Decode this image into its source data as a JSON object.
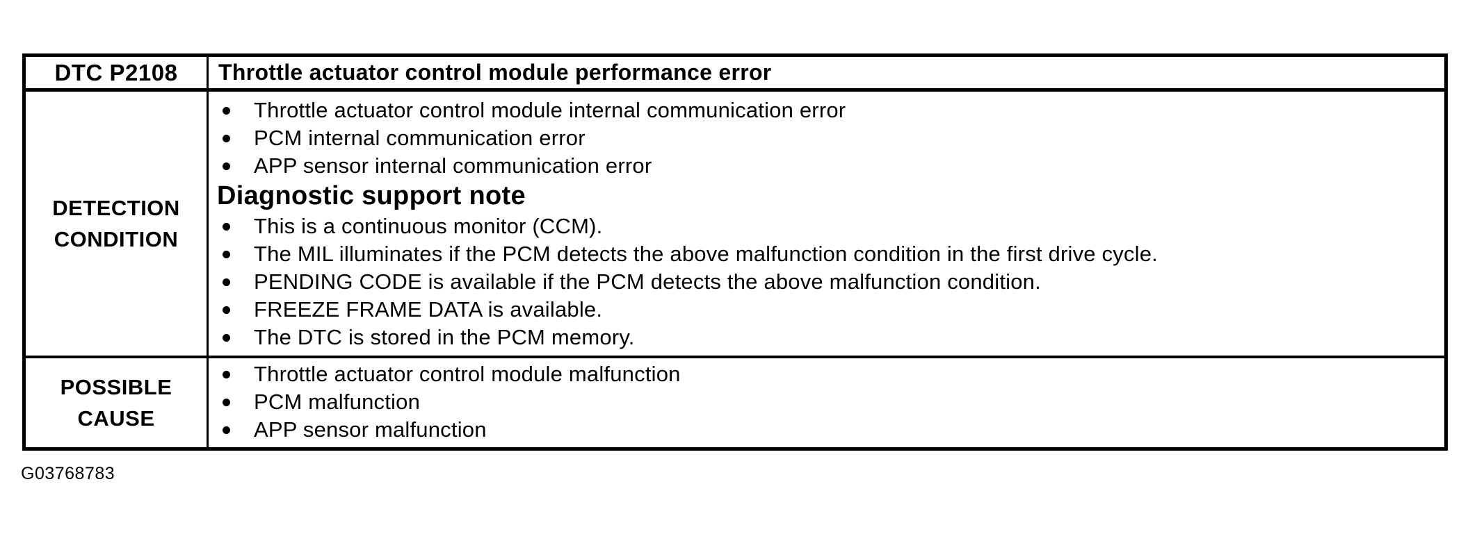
{
  "page": {
    "figure_id": "G03768783"
  },
  "colors": {
    "ink": "#000000",
    "paper": "#ffffff"
  },
  "table": {
    "header": {
      "code": "DTC P2108",
      "title": "Throttle actuator control module performance error"
    },
    "detection": {
      "label_line1": "DETECTION",
      "label_line2": "CONDITION",
      "bullets_primary": [
        "Throttle actuator control module internal communication error",
        "PCM internal communication error",
        "APP sensor internal communication error"
      ],
      "note_heading": "Diagnostic support note",
      "bullets_note": [
        "This is a continuous monitor (CCM).",
        "The MIL illuminates if the PCM detects the above malfunction condition in the first drive cycle.",
        "PENDING CODE is available if the PCM detects the above malfunction condition.",
        "FREEZE FRAME DATA is available.",
        "The DTC is stored in the PCM memory."
      ]
    },
    "possible_cause": {
      "label_line1": "POSSIBLE",
      "label_line2": "CAUSE",
      "bullets": [
        "Throttle actuator control module malfunction",
        "PCM malfunction",
        "APP sensor malfunction"
      ]
    }
  }
}
